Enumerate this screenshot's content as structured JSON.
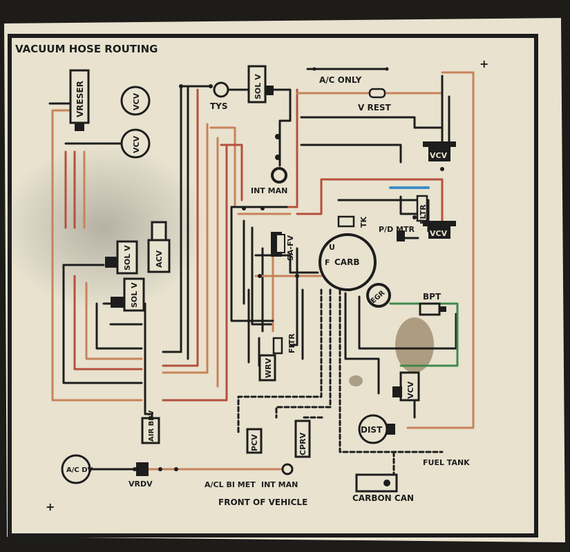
{
  "title": "VACUUM HOSE ROUTING",
  "labels": {
    "vreser": "VRESER",
    "vcv_a": "VCV",
    "vcv_b": "VCV",
    "tys": "TYS",
    "sol_v_top": "SOL V",
    "ac_only": "A/C ONLY",
    "v_rest": "V REST",
    "vcv_right_1": "VCV",
    "vcv_right_2": "VCV",
    "int_man_mid": "INT MAN",
    "tk": "TK",
    "fltr_right": "FLTR",
    "pd_mtr": "P/D MTR",
    "sol_v_left_1": "SOL V",
    "acv": "ACV",
    "sol_v_left_2": "SOL V",
    "sa_fv": "SA-FV",
    "carb": "CARB",
    "carb_u": "U",
    "carb_f": "F",
    "egr": "EGR",
    "bpt": "BPT",
    "fltr_mid": "FLTR",
    "wrv": "WRV",
    "vcv_lower": "VCV",
    "air_bpv": "AIR BPV",
    "pcv": "PCV",
    "cprv": "CPRV",
    "dist": "DIST",
    "fuel_tank": "FUEL TANK",
    "ac_dv": "A/C DV",
    "vrdv": "VRDV",
    "ac_bi_met": "A/CL BI MET",
    "int_man_bottom": "INT MAN",
    "carbon_can": "CARBON CAN",
    "front_of_vehicle": "FRONT OF VEHICLE"
  },
  "colors": {
    "paper": "#e8e2cf",
    "ink": "#1d1d1d",
    "hose_orange": "#c8825a",
    "hose_red": "#b5503c",
    "hose_tan": "#c79a5e",
    "hose_green": "#3e8a4b",
    "hose_blue": "#3f8fc7"
  }
}
